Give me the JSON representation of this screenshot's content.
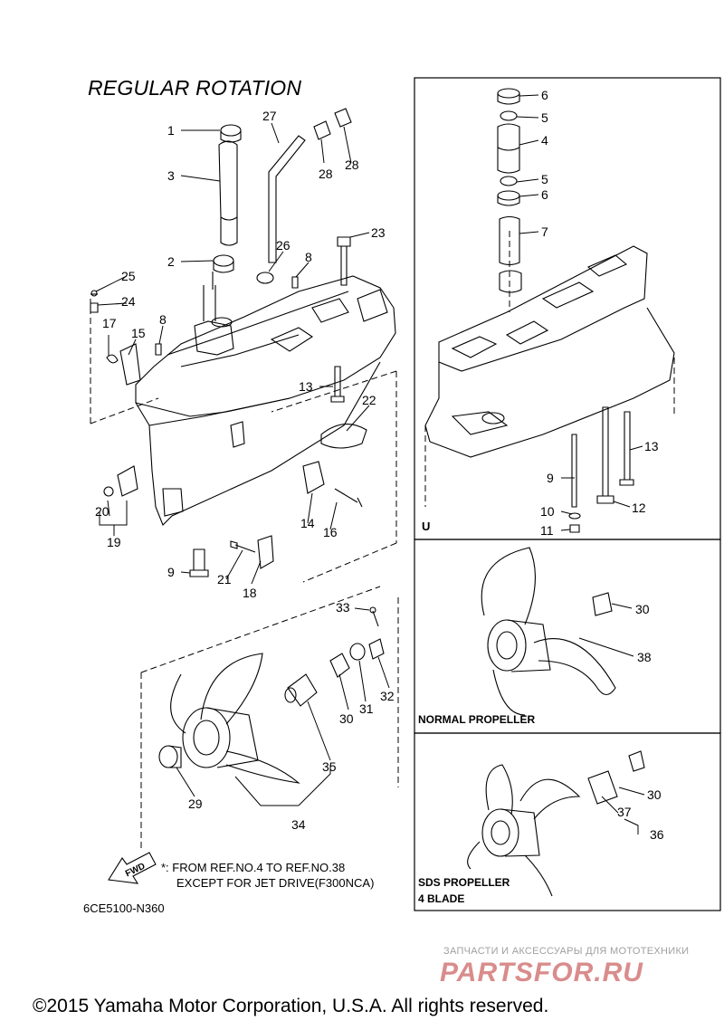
{
  "header": {
    "title": "REGULAR ROTATION"
  },
  "callouts": {
    "main": [
      "1",
      "27",
      "28",
      "28",
      "3",
      "2",
      "26",
      "8",
      "23",
      "25",
      "24",
      "17",
      "15",
      "8",
      "13",
      "22",
      "20",
      "19",
      "14",
      "16",
      "9",
      "21",
      "18",
      "33",
      "32",
      "31",
      "30",
      "35",
      "29",
      "34"
    ],
    "u_box": [
      "6",
      "5",
      "4",
      "5",
      "6",
      "7",
      "13",
      "9",
      "12",
      "10",
      "11"
    ],
    "normal": [
      "30",
      "38"
    ],
    "sds": [
      "30",
      "37",
      "36"
    ]
  },
  "panels": {
    "u_box_label": "U",
    "normal_label": "NORMAL PROPELLER",
    "sds_label_1": "SDS PROPELLER",
    "sds_label_2": "4 BLADE"
  },
  "fwd": {
    "label": "FWD"
  },
  "notes": {
    "line1": "*: FROM REF.NO.4 TO REF.NO.38",
    "line2": "EXCEPT FOR JET DRIVE(F300NCA)"
  },
  "diagram_code": "6CE5100-N360",
  "watermark": {
    "top": "ЗАПЧАСТИ И АКСЕССУАРЫ ДЛЯ МОТОТЕХНИКИ",
    "logo": "PARTSFOR.RU"
  },
  "footer": {
    "copyright": "©2015 Yamaha Motor Corporation, U.S.A. All rights reserved."
  }
}
